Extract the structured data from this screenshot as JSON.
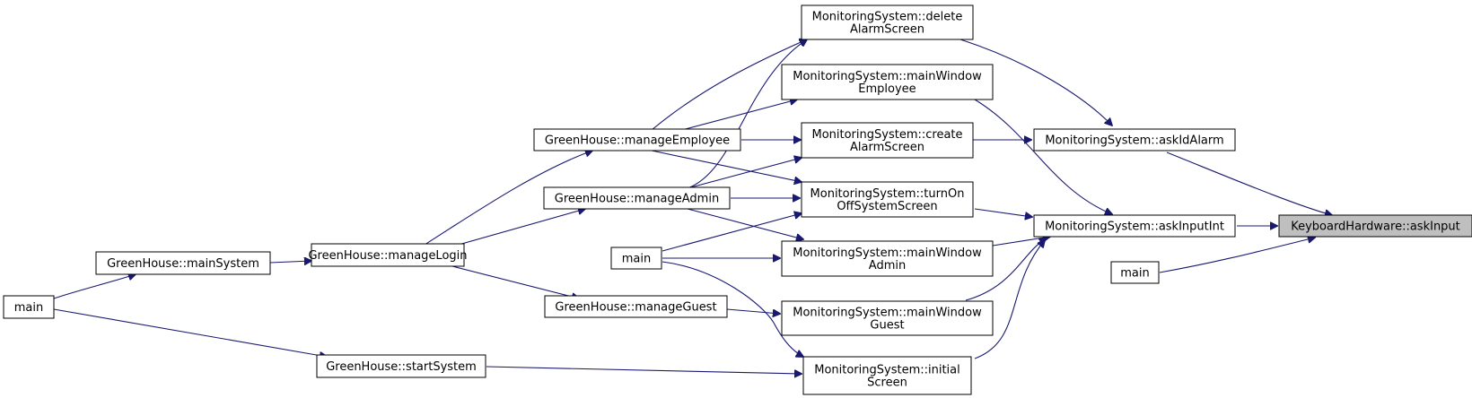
{
  "colors": {
    "edge": "#191970",
    "node_fill": "#ffffff",
    "node_highlight": "#bfbfbf",
    "node_border": "#000000"
  },
  "nodes": [
    {
      "id": "kh_askInput",
      "lines": [
        "KeyboardHardware::askInput"
      ],
      "highlight": true
    },
    {
      "id": "ms_askInputInt",
      "lines": [
        "MonitoringSystem::askInputInt"
      ]
    },
    {
      "id": "ms_askIdAlarm",
      "lines": [
        "MonitoringSystem::askIdAlarm"
      ]
    },
    {
      "id": "main_r",
      "lines": [
        "main"
      ]
    },
    {
      "id": "ms_deleteAlarm",
      "lines": [
        "MonitoringSystem::delete",
        "AlarmScreen"
      ]
    },
    {
      "id": "ms_mwEmployee",
      "lines": [
        "MonitoringSystem::mainWindow",
        "Employee"
      ]
    },
    {
      "id": "ms_createAlarm",
      "lines": [
        "MonitoringSystem::create",
        "AlarmScreen"
      ]
    },
    {
      "id": "ms_turnOnOff",
      "lines": [
        "MonitoringSystem::turnOn",
        "OffSystemScreen"
      ]
    },
    {
      "id": "ms_mwAdmin",
      "lines": [
        "MonitoringSystem::mainWindow",
        "Admin"
      ]
    },
    {
      "id": "ms_mwGuest",
      "lines": [
        "MonitoringSystem::mainWindow",
        "Guest"
      ]
    },
    {
      "id": "ms_initial",
      "lines": [
        "MonitoringSystem::initial",
        "Screen"
      ]
    },
    {
      "id": "gh_manageEmployee",
      "lines": [
        "GreenHouse::manageEmployee"
      ]
    },
    {
      "id": "gh_manageAdmin",
      "lines": [
        "GreenHouse::manageAdmin"
      ]
    },
    {
      "id": "main_m",
      "lines": [
        "main"
      ]
    },
    {
      "id": "gh_manageGuest",
      "lines": [
        "GreenHouse::manageGuest"
      ]
    },
    {
      "id": "gh_startSystem",
      "lines": [
        "GreenHouse::startSystem"
      ]
    },
    {
      "id": "gh_manageLogin",
      "lines": [
        "GreenHouse::manageLogin"
      ]
    },
    {
      "id": "gh_mainSystem",
      "lines": [
        "GreenHouse::mainSystem"
      ]
    },
    {
      "id": "main_l",
      "lines": [
        "main"
      ]
    }
  ]
}
